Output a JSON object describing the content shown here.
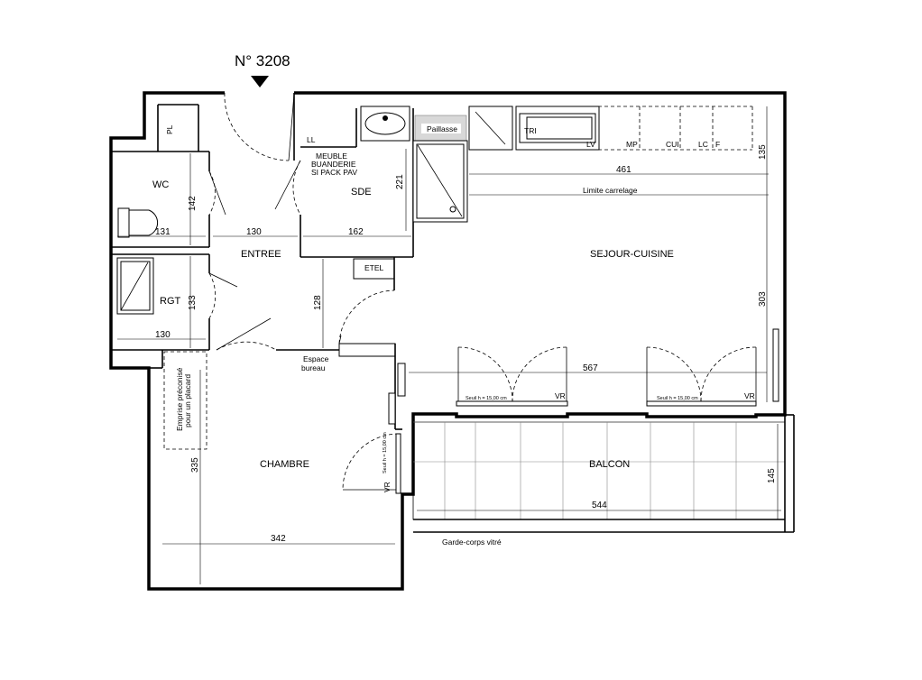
{
  "plan": {
    "number": "N° 3208",
    "rooms": {
      "wc": "WC",
      "rgt": "RGT",
      "entree": "ENTREE",
      "sde": "SDE",
      "sejour": "SEJOUR-CUISINE",
      "chambre": "CHAMBRE",
      "balcon": "BALCON"
    },
    "labels": {
      "pl": "PL",
      "ll": "LL",
      "meuble1": "MEUBLE",
      "meuble2": "BUANDERIE",
      "meuble3": "SI PACK PAV",
      "paillasse": "Paillasse",
      "tri": "TRI",
      "lv": "LV",
      "mp": "MP",
      "cui": "CUI",
      "lc": "LC",
      "f": "F",
      "etel": "ETEL",
      "limite": "Limite carrelage",
      "espace1": "Espace",
      "espace2": "bureau",
      "emprise1": "Emprise préconisé",
      "emprise2": "pour un placard",
      "seuil1": "Seuil h = 15,00 cm",
      "seuil2": "Seuil h = 15,00 cm",
      "seuil3": "Seuil h = 15,00 cm",
      "vr1": "VR",
      "vr2": "VR",
      "vr3": "VR",
      "garde": "Garde-corps vitré"
    },
    "dims": {
      "d142": "142",
      "d131": "131",
      "d130a": "130",
      "d162": "162",
      "d221": "221",
      "d133": "133",
      "d128": "128",
      "d130b": "130",
      "d461": "461",
      "d135": "135",
      "d303": "303",
      "d567": "567",
      "d145": "145",
      "d544": "544",
      "d335": "335",
      "d342": "342"
    }
  }
}
